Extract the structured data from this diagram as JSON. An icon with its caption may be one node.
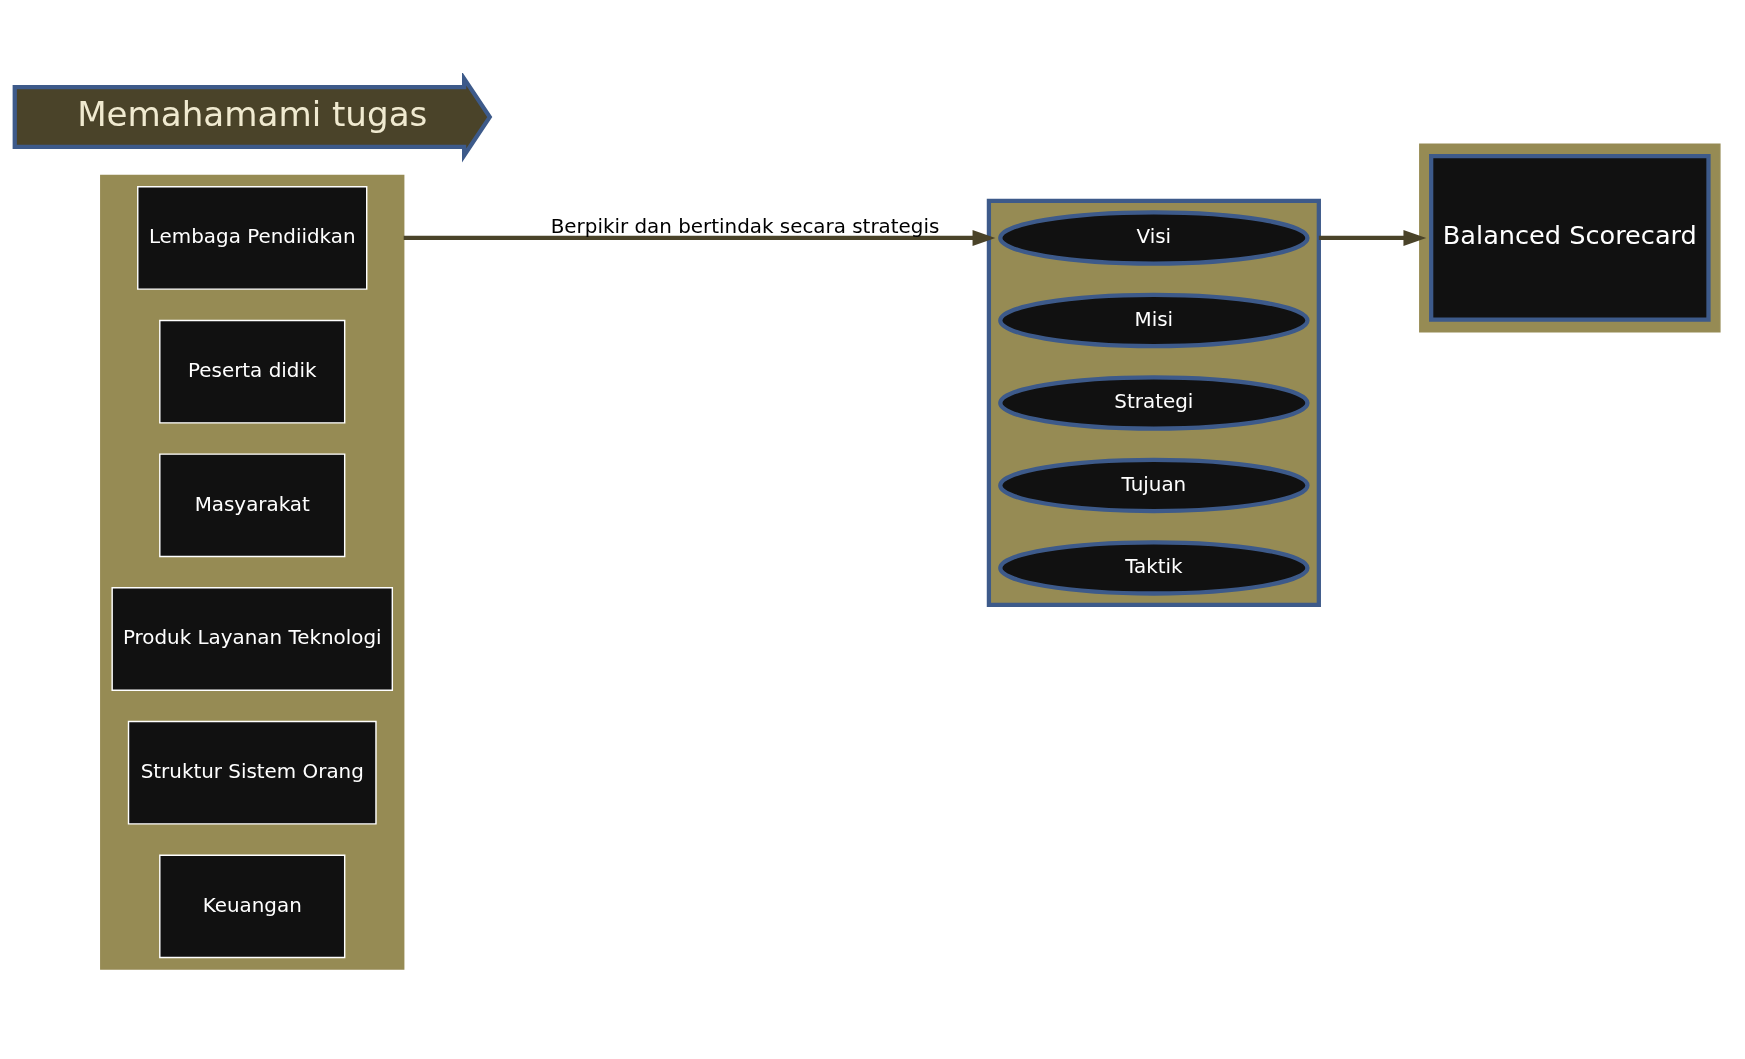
{
  "diagram": {
    "nodes": [
      {
        "text": [],
        "shape": "box"
      },
      {
        "text": [
          "Lembaga Pendiidkan"
        ],
        "in": 0
      },
      {
        "text": [
          "Peserta didik"
        ],
        "in": 0
      },
      {
        "text": [
          "Masyarakat"
        ],
        "in": 0
      },
      {
        "text": [
          "Produk Layanan Teknologi"
        ],
        "in": 0
      },
      {
        "text": [
          "Struktur Sistem Orang"
        ],
        "in": 0
      },
      {
        "text": [
          "Keuangan"
        ],
        "in": 0
      },
      {
        "text": [],
        "shape": "box"
      },
      {
        "text": [
          "Visi"
        ],
        "in": 7
      },
      {
        "text": [
          "Misi"
        ],
        "in": 7
      },
      {
        "text": [
          "Strategi"
        ],
        "in": 7
      },
      {
        "text": [
          "Tujuan"
        ],
        "in": 7
      },
      {
        "text": [
          "Taktik"
        ],
        "in": 7
      },
      {
        "text": [],
        "shape": "box"
      },
      {
        "text": [
          "Balanced Scorecard"
        ],
        "in": 13
      },
      {
        "text": [
          "Memahamami tugas"
        ]
      }
    ],
    "edges": [
      {
        "from": 0,
        "to": 7,
        "arrow": "to",
        "label": "Berpikir dan bertindak secara strategis"
      },
      {
        "from": 7,
        "to": 13,
        "arrow": "to"
      }
    ]
  }
}
